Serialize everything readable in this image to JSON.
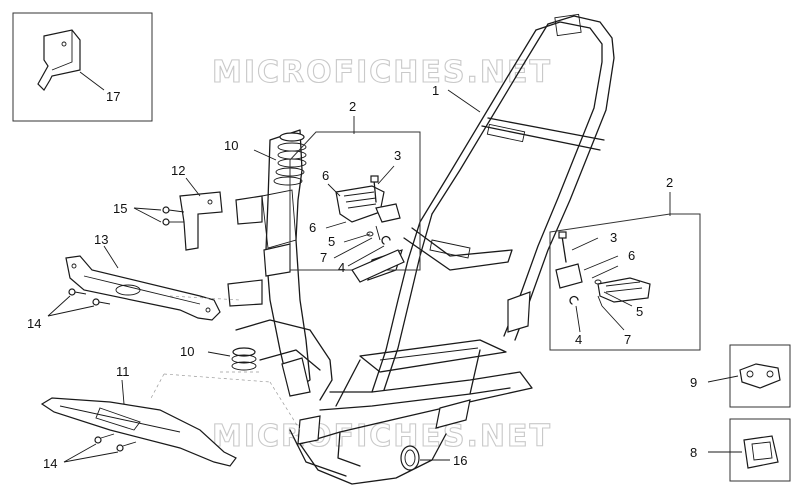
{
  "watermark": {
    "text": "MICROFICHES.NET"
  },
  "callouts": {
    "c1": "1",
    "c2a": "2",
    "c2b": "2",
    "c3a": "3",
    "c3b": "3",
    "c4a": "4",
    "c4b": "4",
    "c5a": "5",
    "c5b": "5",
    "c6a": "6",
    "c6b": "6",
    "c6c": "6",
    "c7a": "7",
    "c7b": "7",
    "c8": "8",
    "c9": "9",
    "c10a": "10",
    "c10b": "10",
    "c11": "11",
    "c12": "12",
    "c13": "13",
    "c14a": "14",
    "c14b": "14",
    "c15": "15",
    "c16": "16",
    "c17": "17"
  }
}
